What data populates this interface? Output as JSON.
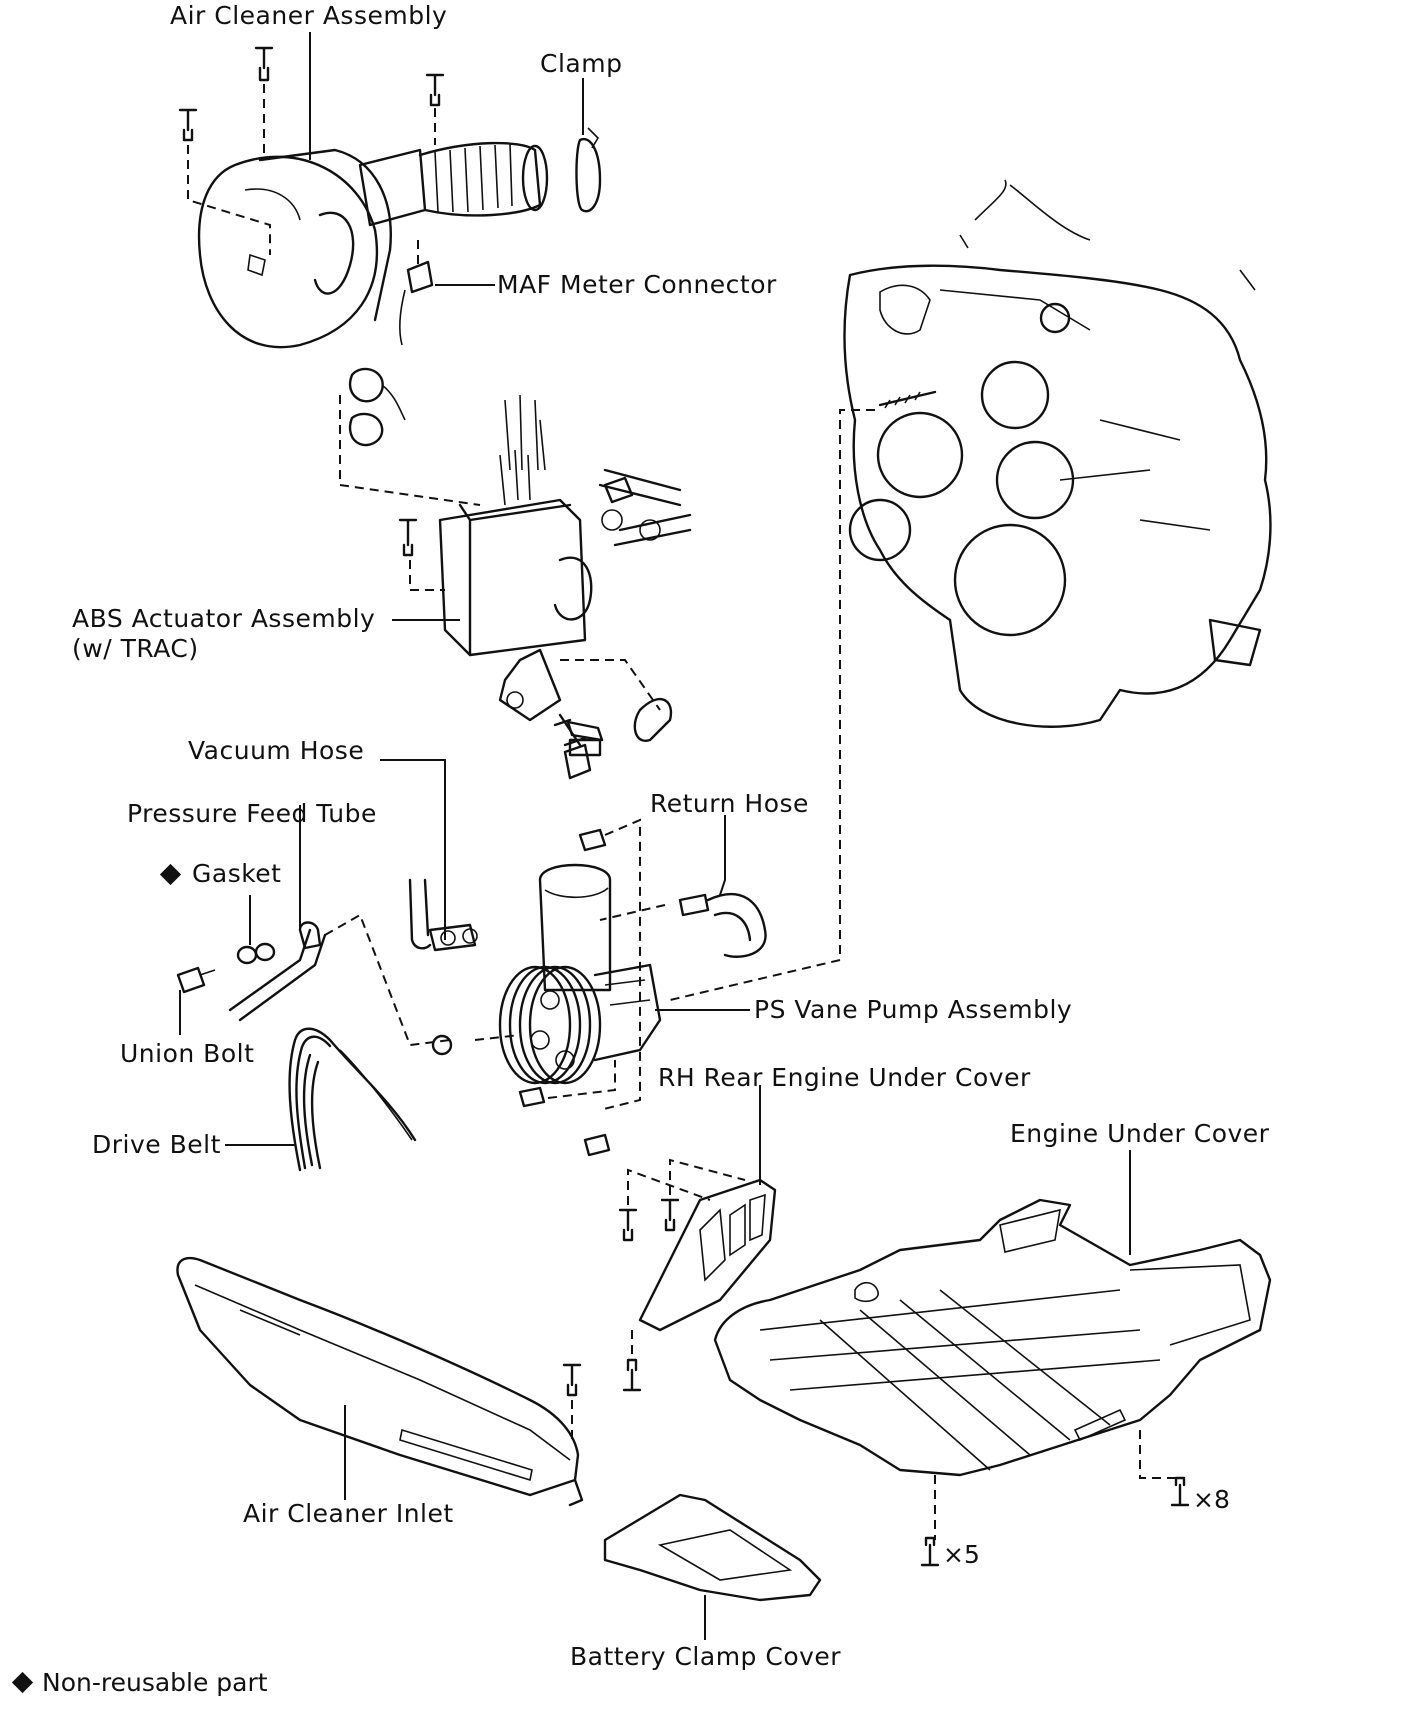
{
  "labels": {
    "air_cleaner_assembly": "Air Cleaner Assembly",
    "clamp": "Clamp",
    "maf_meter_connector": "MAF Meter Connector",
    "abs_actuator_assembly": "ABS Actuator Assembly",
    "abs_actuator_note": "(w/ TRAC)",
    "vacuum_hose": "Vacuum Hose",
    "pressure_feed_tube": "Pressure Feed Tube",
    "return_hose": "Return Hose",
    "gasket": "Gasket",
    "union_bolt": "Union Bolt",
    "ps_vane_pump_assembly": "PS Vane Pump Assembly",
    "rh_rear_engine_under_cover": "RH Rear Engine Under Cover",
    "engine_under_cover": "Engine Under Cover",
    "drive_belt": "Drive Belt",
    "air_cleaner_inlet": "Air Cleaner Inlet",
    "battery_clamp_cover": "Battery Clamp Cover"
  },
  "quantities": {
    "under_cover_rear_bolts": "×8",
    "under_cover_front_bolts": "×5"
  },
  "legend": {
    "symbol": "diamond",
    "text": "Non-reusable part"
  },
  "non_reusable_marked": [
    "gasket"
  ]
}
